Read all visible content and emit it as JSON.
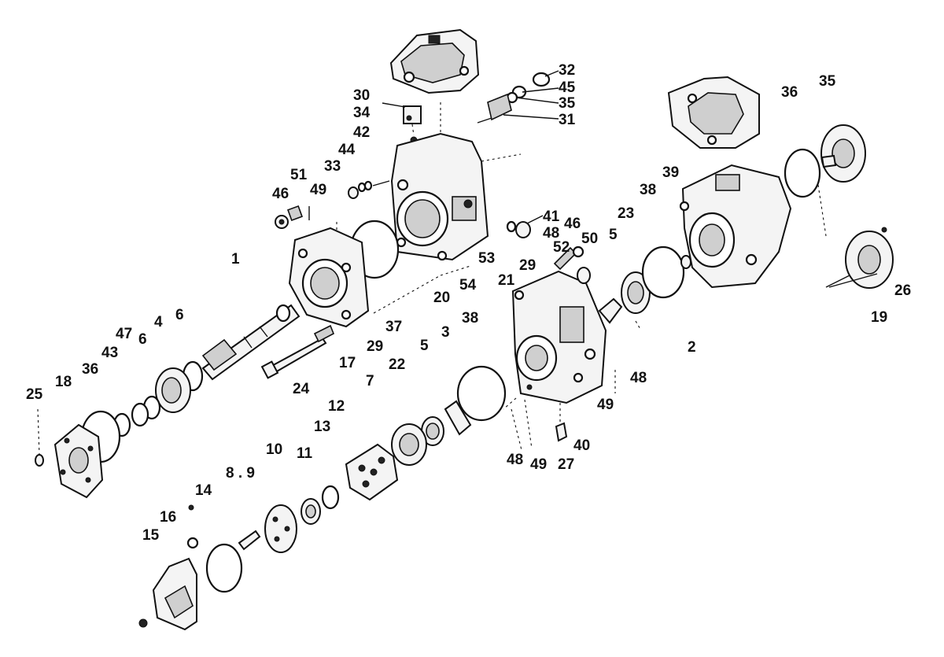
{
  "callouts": [
    {
      "id": "c30",
      "text": "30"
    },
    {
      "id": "c34",
      "text": "34"
    },
    {
      "id": "c42",
      "text": "42"
    },
    {
      "id": "c44",
      "text": "44"
    },
    {
      "id": "c33",
      "text": "33"
    },
    {
      "id": "c51",
      "text": "51"
    },
    {
      "id": "c49a",
      "text": "49"
    },
    {
      "id": "c46a",
      "text": "46"
    },
    {
      "id": "c32",
      "text": "32"
    },
    {
      "id": "c45",
      "text": "45"
    },
    {
      "id": "c35a",
      "text": "35"
    },
    {
      "id": "c31",
      "text": "31"
    },
    {
      "id": "c36a",
      "text": "36"
    },
    {
      "id": "c35b",
      "text": "35"
    },
    {
      "id": "c39",
      "text": "39"
    },
    {
      "id": "c38a",
      "text": "38"
    },
    {
      "id": "c23",
      "text": "23"
    },
    {
      "id": "c41",
      "text": "41"
    },
    {
      "id": "c46b",
      "text": "46"
    },
    {
      "id": "c48a",
      "text": "48"
    },
    {
      "id": "c50",
      "text": "50"
    },
    {
      "id": "c5a",
      "text": "5"
    },
    {
      "id": "c52",
      "text": "52"
    },
    {
      "id": "c53",
      "text": "53"
    },
    {
      "id": "c29a",
      "text": "29"
    },
    {
      "id": "c21",
      "text": "21"
    },
    {
      "id": "c54",
      "text": "54"
    },
    {
      "id": "c20",
      "text": "20"
    },
    {
      "id": "c1",
      "text": "1"
    },
    {
      "id": "c37",
      "text": "37"
    },
    {
      "id": "c38b",
      "text": "38"
    },
    {
      "id": "c3",
      "text": "3"
    },
    {
      "id": "c5b",
      "text": "5"
    },
    {
      "id": "c29b",
      "text": "29"
    },
    {
      "id": "c17",
      "text": "17"
    },
    {
      "id": "c22",
      "text": "22"
    },
    {
      "id": "c7",
      "text": "7"
    },
    {
      "id": "c24",
      "text": "24"
    },
    {
      "id": "c47",
      "text": "47"
    },
    {
      "id": "c4",
      "text": "4"
    },
    {
      "id": "c6a",
      "text": "6"
    },
    {
      "id": "c43",
      "text": "43"
    },
    {
      "id": "c6b",
      "text": "6"
    },
    {
      "id": "c36b",
      "text": "36"
    },
    {
      "id": "c18",
      "text": "18"
    },
    {
      "id": "c25",
      "text": "25"
    },
    {
      "id": "c12",
      "text": "12"
    },
    {
      "id": "c13",
      "text": "13"
    },
    {
      "id": "c10",
      "text": "10"
    },
    {
      "id": "c11",
      "text": "11"
    },
    {
      "id": "c89",
      "text": "8 . 9"
    },
    {
      "id": "c14",
      "text": "14"
    },
    {
      "id": "c16",
      "text": "16"
    },
    {
      "id": "c15",
      "text": "15"
    },
    {
      "id": "c48b",
      "text": "48"
    },
    {
      "id": "c49b",
      "text": "49"
    },
    {
      "id": "c48c",
      "text": "48"
    },
    {
      "id": "c49c",
      "text": "49"
    },
    {
      "id": "c27",
      "text": "27"
    },
    {
      "id": "c40",
      "text": "40"
    },
    {
      "id": "c2",
      "text": "2"
    },
    {
      "id": "c26",
      "text": "26"
    },
    {
      "id": "c19",
      "text": "19"
    }
  ]
}
